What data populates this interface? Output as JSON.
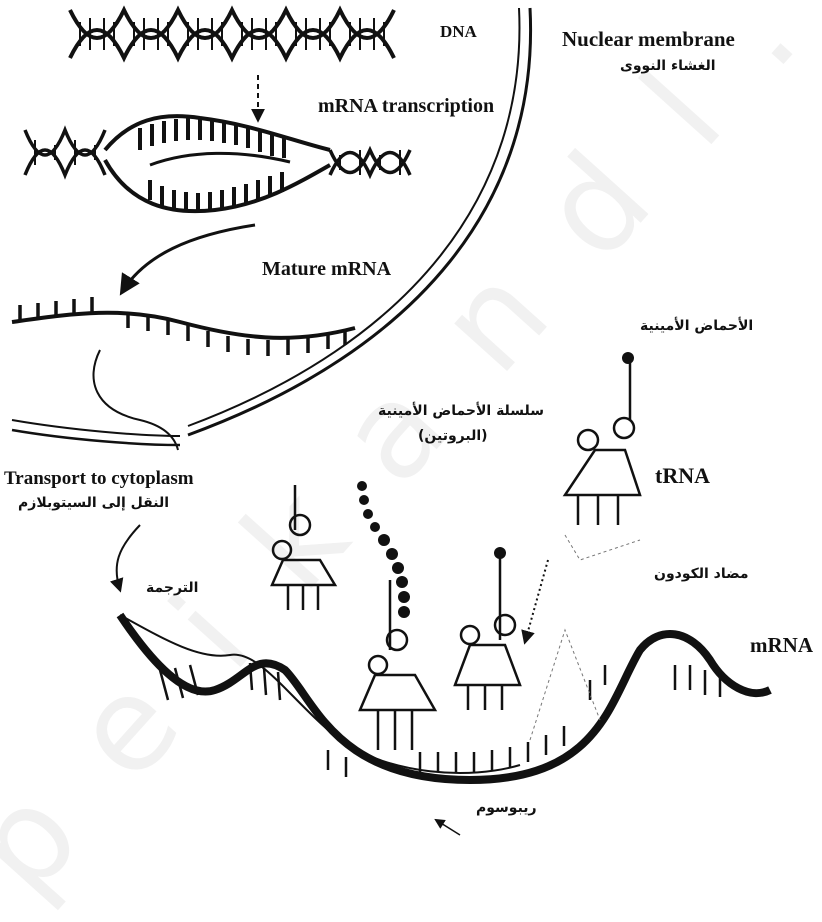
{
  "labels": {
    "dna": "DNA",
    "nuclear_membrane_en": "Nuclear membrane",
    "nuclear_membrane_ar": "الغشاء النووى",
    "transcription": "mRNA transcription",
    "mature_mrna": "Mature mRNA",
    "amino_acids_ar": "الأحماض الأمينية",
    "amino_chain_ar": "سلسلة الأحماض الأمينية",
    "protein_ar": "(البروتين)",
    "transport_en": "Transport to cytoplasm",
    "transport_ar": "النقل إلى السيتوبلازم",
    "trna": "tRNA",
    "translation_ar": "الترجمة",
    "anticodon_ar": "مضاد الكودون",
    "mrna": "mRNA",
    "ribosome_ar": "ريبوسوم"
  },
  "watermark": "peikandl.c",
  "colors": {
    "ink": "#111111",
    "background": "#ffffff",
    "watermark": "#f1f1f1"
  }
}
